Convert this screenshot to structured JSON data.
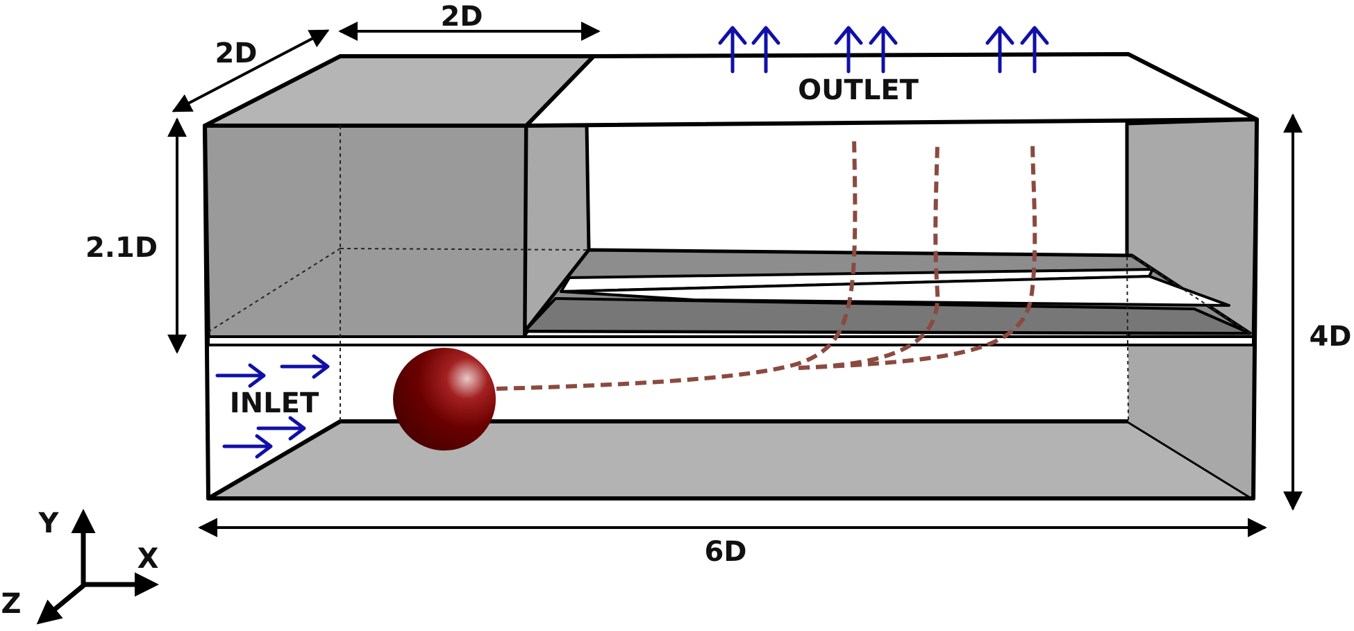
{
  "labels": {
    "width_top": "2D",
    "depth_top": "2D",
    "height_upper": "2.1D",
    "height_total": "4D",
    "length": "6D",
    "inlet": "INLET",
    "outlet": "OUTLET"
  },
  "axes": {
    "x": "X",
    "y": "Y",
    "z": "Z"
  },
  "colors": {
    "box_fill": "#b3b3b3",
    "face_fill": "#9a9a9a",
    "ledge_fill": "#8c8c8c",
    "flow_arrow": "#1010a8",
    "trajectory": "#8b4a3f",
    "sphere": "#5c0000"
  }
}
